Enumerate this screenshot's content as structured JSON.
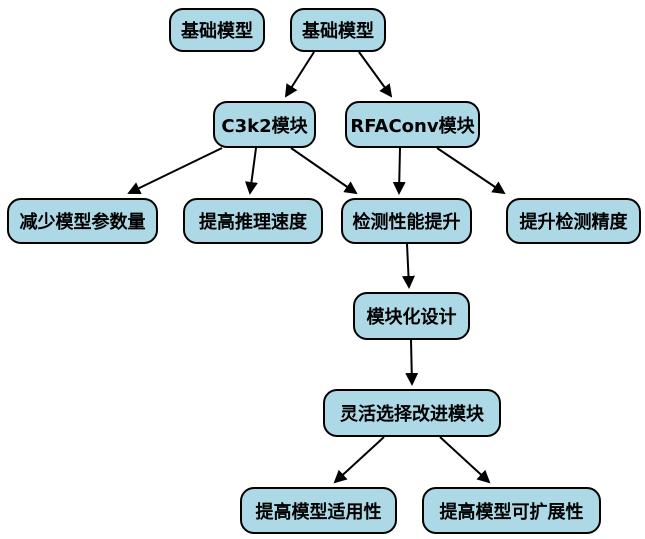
{
  "diagram": {
    "type": "flowchart",
    "background_color": "#ffffff",
    "node_fill_color": "#add8e6",
    "node_border_color": "#000000",
    "edge_color": "#000000",
    "text_color": "#000000",
    "nodes": [
      {
        "id": "base-model-left",
        "label": "基础模型"
      },
      {
        "id": "base-model-right",
        "label": "基础模型"
      },
      {
        "id": "c3k2-module",
        "label": "C3k2模块"
      },
      {
        "id": "rfaconv-module",
        "label": "RFAConv模块"
      },
      {
        "id": "reduce-model-params",
        "label": "减少模型参数量"
      },
      {
        "id": "improve-inference-speed",
        "label": "提高推理速度"
      },
      {
        "id": "detection-perf-boost",
        "label": "检测性能提升"
      },
      {
        "id": "improve-detection-precision",
        "label": "提升检测精度"
      },
      {
        "id": "modular-design",
        "label": "模块化设计"
      },
      {
        "id": "flexible-module-selection",
        "label": "灵活选择改进模块"
      },
      {
        "id": "improve-model-applicability",
        "label": "提高模型适用性"
      },
      {
        "id": "improve-model-extensibility",
        "label": "提高模型可扩展性"
      }
    ],
    "edges": [
      {
        "from": "base-model-right",
        "to": "c3k2-module"
      },
      {
        "from": "base-model-right",
        "to": "rfaconv-module"
      },
      {
        "from": "c3k2-module",
        "to": "reduce-model-params"
      },
      {
        "from": "c3k2-module",
        "to": "improve-inference-speed"
      },
      {
        "from": "c3k2-module",
        "to": "detection-perf-boost"
      },
      {
        "from": "rfaconv-module",
        "to": "detection-perf-boost"
      },
      {
        "from": "rfaconv-module",
        "to": "improve-detection-precision"
      },
      {
        "from": "detection-perf-boost",
        "to": "modular-design"
      },
      {
        "from": "modular-design",
        "to": "flexible-module-selection"
      },
      {
        "from": "flexible-module-selection",
        "to": "improve-model-applicability"
      },
      {
        "from": "flexible-module-selection",
        "to": "improve-model-extensibility"
      }
    ]
  }
}
